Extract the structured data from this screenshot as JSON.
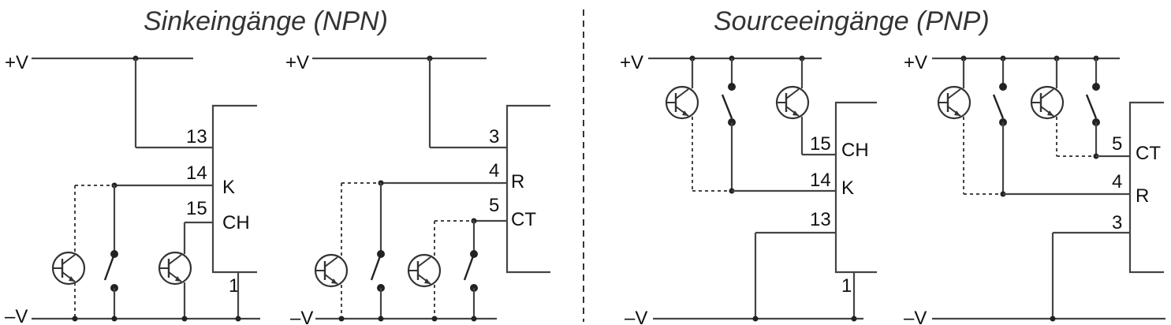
{
  "titles": {
    "sink": "Sinkeingänge (NPN)",
    "source": "Sourceeingänge (PNP)"
  },
  "supply": {
    "positive": "+V",
    "negative": "–V"
  },
  "sink_k_ch": {
    "common": "13",
    "k_num": "14",
    "k_name": "K",
    "ch_num": "15",
    "ch_name": "CH",
    "ground": "1"
  },
  "sink_r_ct": {
    "common": "3",
    "r_num": "4",
    "r_name": "R",
    "ct_num": "5",
    "ct_name": "CT"
  },
  "source_k_ch": {
    "ch_num": "15",
    "ch_name": "CH",
    "k_num": "14",
    "k_name": "K",
    "common": "13",
    "ground": "1"
  },
  "source_r_ct": {
    "ct_num": "5",
    "ct_name": "CT",
    "r_num": "4",
    "r_name": "R",
    "common": "3"
  }
}
